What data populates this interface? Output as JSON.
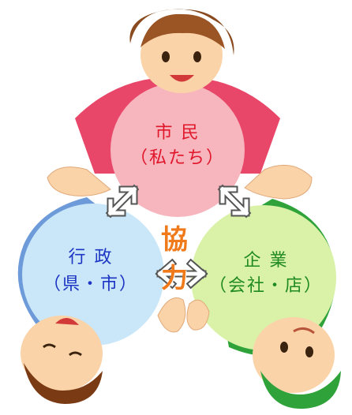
{
  "center_label": "協 力",
  "nodes": [
    {
      "title": "市 民",
      "subtitle": "（私たち）",
      "color": "#e0162b",
      "fill": "#f7b5bd"
    },
    {
      "title": "行 政",
      "subtitle": "（県・市）",
      "color": "#1d35c4",
      "fill": "#c9e7f8"
    },
    {
      "title": "企 業",
      "subtitle": "（会社・店）",
      "color": "#1f8a1f",
      "fill": "#d9f2a8"
    }
  ],
  "shirt_colors": {
    "citizen": "#e8476a",
    "government": "#6d9ad9",
    "business": "#2fa33a"
  }
}
